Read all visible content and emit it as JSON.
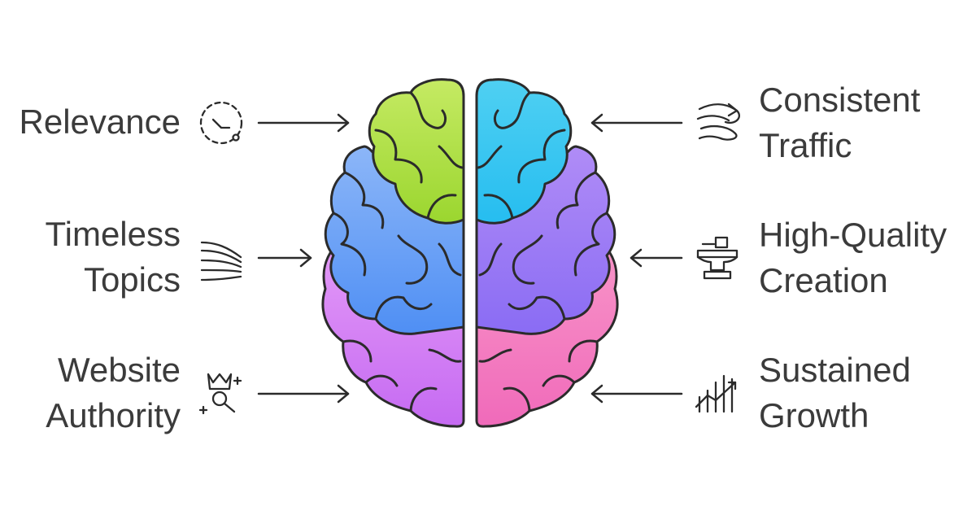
{
  "diagram": {
    "left_items": [
      {
        "lines": [
          "Relevance"
        ],
        "icon": "clock-icon"
      },
      {
        "lines": [
          "Timeless",
          "Topics"
        ],
        "icon": "wind-lines-icon"
      },
      {
        "lines": [
          "Website",
          "Authority"
        ],
        "icon": "crown-magnifier-icon"
      }
    ],
    "right_items": [
      {
        "lines": [
          "Consistent",
          "Traffic"
        ],
        "icon": "flow-arrows-icon"
      },
      {
        "lines": [
          "High-Quality",
          "Creation"
        ],
        "icon": "anvil-icon"
      },
      {
        "lines": [
          "Sustained",
          "Growth"
        ],
        "icon": "growth-chart-icon"
      }
    ],
    "colors": {
      "text": "#3b3b3b",
      "stroke": "#2b2b2b",
      "left_top": "#a4df3c",
      "left_mid": "#6aa6f8",
      "left_bottom": "#d88cf5",
      "right_top": "#35c7f2",
      "right_mid": "#9a7bf6",
      "right_bottom": "#f47fc4"
    }
  }
}
